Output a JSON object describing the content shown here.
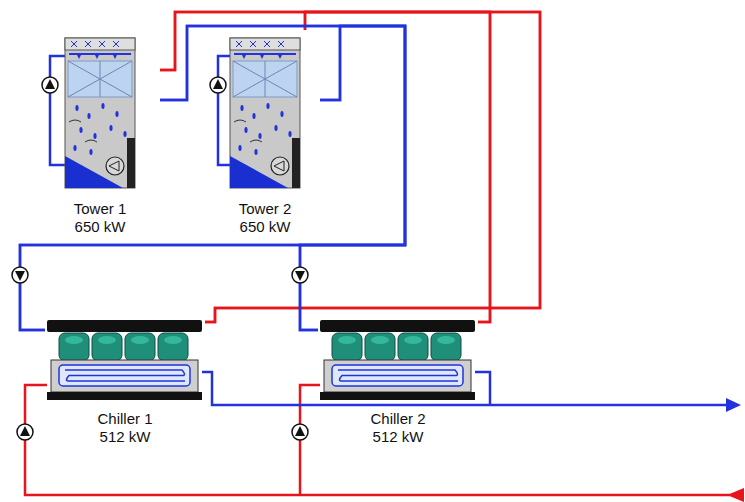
{
  "diagram": {
    "nodes": [
      {
        "text": [
          "Tower 1 650 kW"
        ]
      },
      {
        "text": [
          "Tower 2 650 kW"
        ]
      },
      {
        "text": [
          "Chiller 1 512 kW"
        ]
      },
      {
        "text": [
          "Chiller 2 512 kW"
        ]
      }
    ],
    "edges": [
      {
        "from": 2,
        "to": 0,
        "arrow": "none"
      },
      {
        "from": 2,
        "to": 1,
        "arrow": "none"
      },
      {
        "from": 3,
        "to": 0,
        "arrow": "none"
      },
      {
        "from": 3,
        "to": 1,
        "arrow": "none"
      },
      {
        "from": 0,
        "to": 2,
        "arrow": "none"
      },
      {
        "from": 0,
        "to": 3,
        "arrow": "none"
      },
      {
        "from": 1,
        "to": 2,
        "arrow": "none"
      },
      {
        "from": 1,
        "to": 3,
        "arrow": "none"
      }
    ]
  }
}
